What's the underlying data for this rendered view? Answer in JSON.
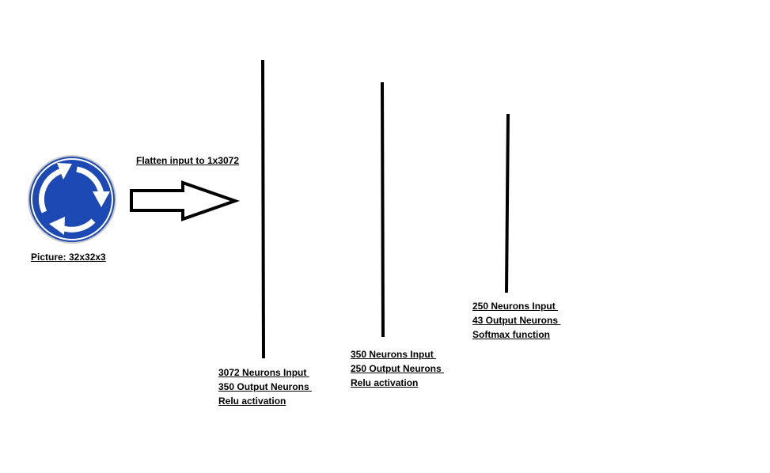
{
  "input": {
    "label": "Picture: 32x32x3",
    "icon": "roundabout-sign-icon",
    "sign_color": "#1d49b4"
  },
  "flatten": {
    "label": "Flatten input to 1x3072"
  },
  "layers": [
    {
      "lines": [
        "3072 Neurons Input ",
        "350 Output Neurons ",
        "Relu activation"
      ]
    },
    {
      "lines": [
        "350 Neurons Input ",
        "250 Output Neurons ",
        "Relu activation"
      ]
    },
    {
      "lines": [
        "250 Neurons Input ",
        "43 Output Neurons ",
        "Softmax function"
      ]
    }
  ]
}
